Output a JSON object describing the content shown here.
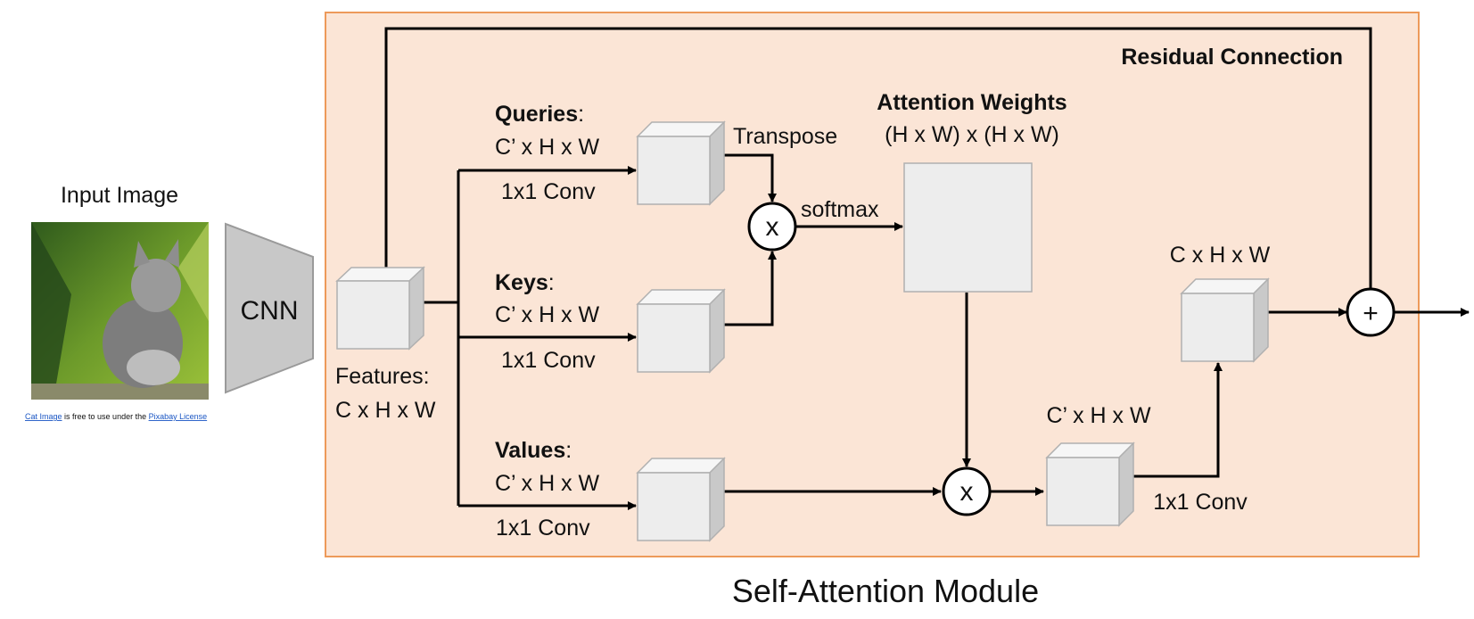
{
  "input_image": {
    "title": "Input Image",
    "credit": {
      "link1": "Cat Image",
      "middle": " is free to use under the ",
      "link2": "Pixabay License"
    }
  },
  "cnn": {
    "label": "CNN"
  },
  "module": {
    "title": "Self-Attention Module",
    "residual_label": "Residual Connection"
  },
  "features": {
    "line1": "Features:",
    "line2": "C x H x W"
  },
  "queries": {
    "name": "Queries",
    "colon": ":",
    "shape": "C’ x H x W",
    "conv": "1x1 Conv"
  },
  "keys": {
    "name": "Keys",
    "colon": ":",
    "shape": "C’ x H x W",
    "conv": "1x1 Conv"
  },
  "values": {
    "name": "Values",
    "colon": ":",
    "shape": "C’ x H x W",
    "conv": "1x1 Conv"
  },
  "transpose_label": "Transpose",
  "softmax_label": "softmax",
  "attention": {
    "title": "Attention Weights",
    "shape": "(H x W) x (H x W)"
  },
  "multiply_symbol": "x",
  "plus_symbol": "+",
  "out_mid": {
    "shape": "C’ x H x W",
    "conv": "1x1 Conv"
  },
  "out_final": {
    "shape": "C x H x W"
  },
  "colors": {
    "module_fill": "#fbe5d6",
    "module_border": "#ed9a5a",
    "cube_front": "#ededed",
    "cube_top": "#f6f6f6",
    "cube_side": "#c9c9c9",
    "cnn_fill": "#c8c8c8"
  }
}
